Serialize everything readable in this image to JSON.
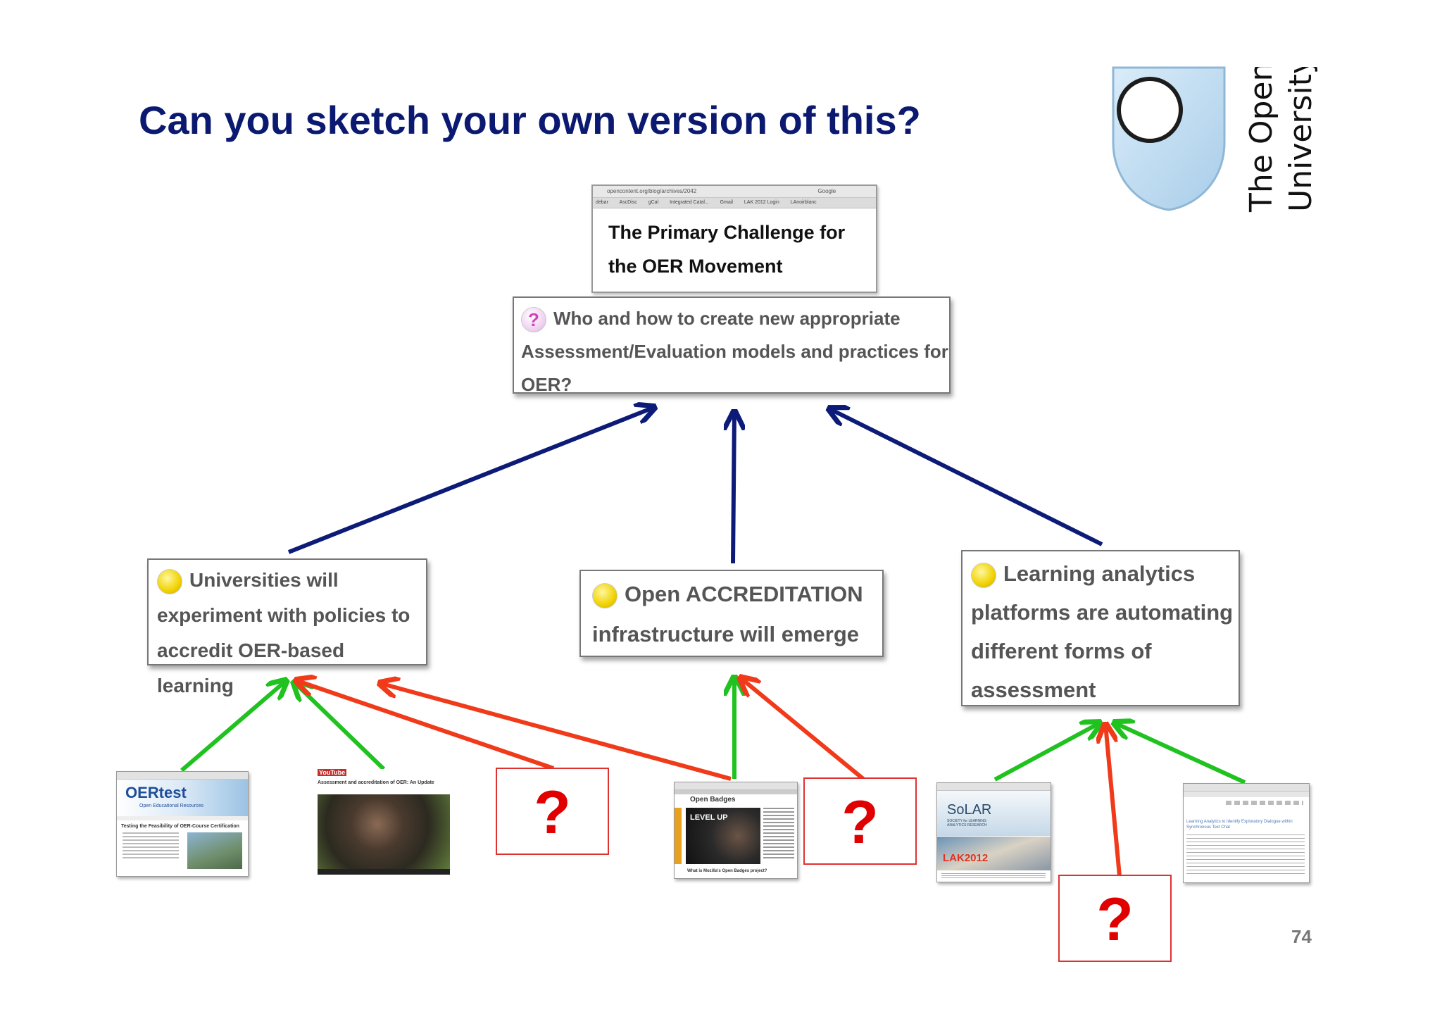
{
  "slide": {
    "title": "Can you sketch your own version of this?",
    "page_number": "74",
    "logo": {
      "line1": "The Open",
      "line2": "University"
    }
  },
  "colors": {
    "title": "#0b1a70",
    "blue_arrow": "#0d1b78",
    "green_arrow": "#1fc21f",
    "red_arrow": "#f03a1a",
    "question_mark": "#e00000"
  },
  "top_browser": {
    "url": "opencontent.org/blog/archives/2042",
    "search": "Google",
    "bookmarks": [
      "debar",
      "AscDisc",
      "gCal",
      "Integrated Catal...",
      "Gmail",
      "LAK 2012 Login",
      "LAnoirblanc"
    ],
    "heading_line1": "The Primary Challenge for",
    "heading_line2": "the OER Movement"
  },
  "challenge": {
    "icon": "question-bubble-icon",
    "line1": "Who and how to create new appropriate",
    "line2": "Assessment/Evaluation models and practices for",
    "line3": "OER?"
  },
  "predictions": [
    {
      "icon": "lightbulb-icon",
      "lines": [
        "Universities will",
        "experiment with policies to",
        "accredit OER-based learning"
      ]
    },
    {
      "icon": "lightbulb-icon",
      "lines": [
        "Open ACCREDITATION",
        "infrastructure will emerge"
      ]
    },
    {
      "icon": "lightbulb-icon",
      "lines": [
        "Learning analytics",
        "platforms are automating",
        "different forms of",
        "assessment"
      ]
    }
  ],
  "question_boxes": [
    "?",
    "?",
    "?"
  ],
  "evidence_thumbnails": {
    "oertest": {
      "brand": "OERtest",
      "subtitle": "Open Educational Resources",
      "headline": "Testing the Feasibility of OER-Course Certification"
    },
    "youtube": {
      "brand": "YouTube",
      "headline": "Assessment and accreditation of OER: An Update"
    },
    "openbadges": {
      "brand": "Open Badges",
      "banner": "LEVEL UP",
      "caption": "What is Mozilla's Open Badges project?"
    },
    "solar": {
      "brand": "SoLAR",
      "subtitle": "SOCIETY for LEARNING ANALYTICS RESEARCH",
      "event": "LAK2012"
    },
    "article": {
      "headline": "Learning Analytics to Identify Exploratory Dialogue within Synchronous Text Chat"
    }
  }
}
